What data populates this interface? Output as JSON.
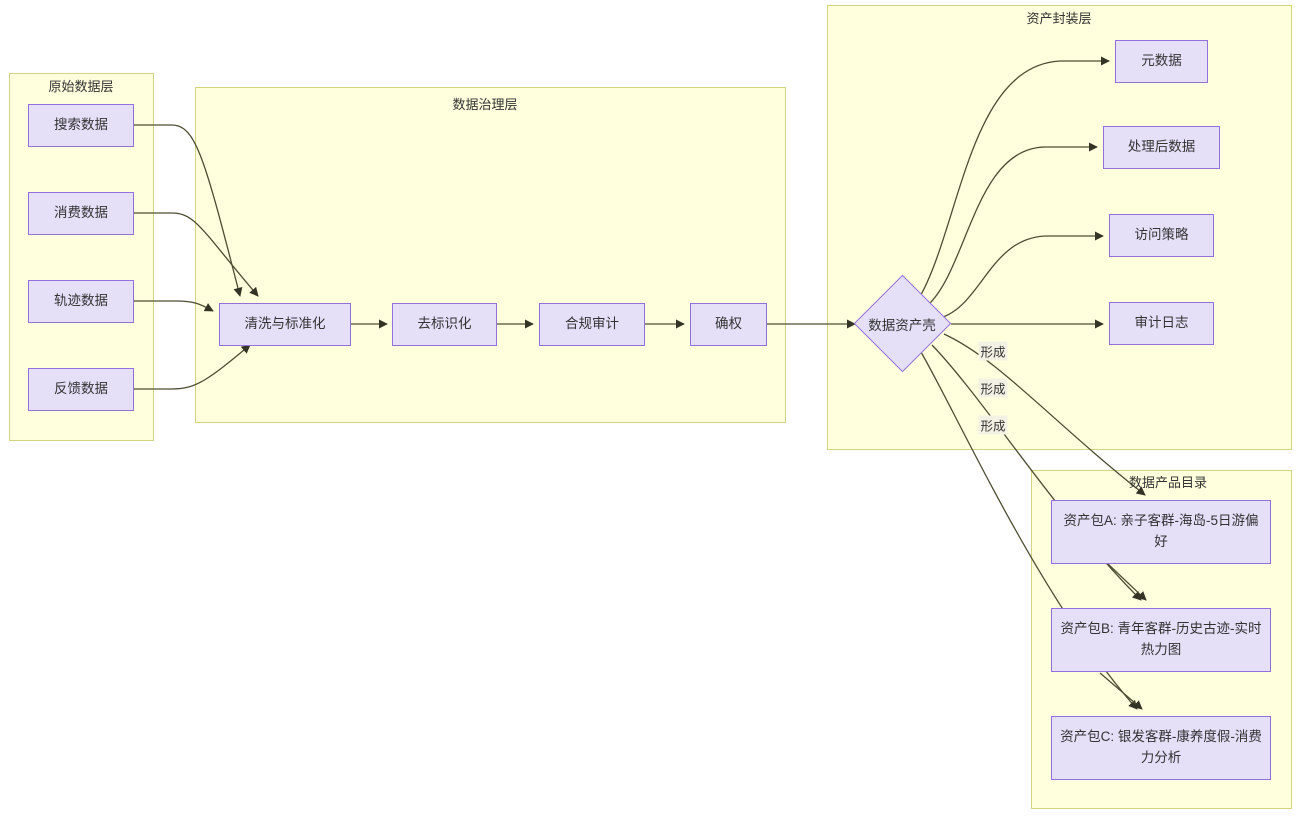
{
  "diagram": {
    "title": "",
    "colors": {
      "cluster_fill": "#ffffde",
      "cluster_stroke": "#d3d383",
      "node_fill": "#e5e0f8",
      "node_stroke": "#9370db",
      "edge_stroke": "#4d4d33",
      "text": "#333333",
      "edge_label_bg": "#f3f1e4"
    },
    "clusters": [
      {
        "id": "raw",
        "label": "原始数据层"
      },
      {
        "id": "governance",
        "label": "数据治理层"
      },
      {
        "id": "asset",
        "label": "资产封装层"
      },
      {
        "id": "catalog",
        "label": "数据产品目录"
      }
    ],
    "nodes": {
      "raw": [
        {
          "id": "search",
          "label": "搜索数据"
        },
        {
          "id": "consume",
          "label": "消费数据"
        },
        {
          "id": "track",
          "label": "轨迹数据"
        },
        {
          "id": "feedback",
          "label": "反馈数据"
        }
      ],
      "governance": [
        {
          "id": "clean",
          "label": "清洗与标准化"
        },
        {
          "id": "deidentify",
          "label": "去标识化"
        },
        {
          "id": "audit",
          "label": "合规审计"
        },
        {
          "id": "rights",
          "label": "确权"
        }
      ],
      "asset": [
        {
          "id": "shell",
          "label": "数据资产壳"
        },
        {
          "id": "metadata",
          "label": "元数据"
        },
        {
          "id": "processed",
          "label": "处理后数据"
        },
        {
          "id": "policy",
          "label": "访问策略"
        },
        {
          "id": "auditlog",
          "label": "审计日志"
        }
      ],
      "catalog": [
        {
          "id": "pkgA",
          "label": "资产包A: 亲子客群-海岛-5日游偏好"
        },
        {
          "id": "pkgB",
          "label": "资产包B: 青年客群-历史古迹-实时热力图"
        },
        {
          "id": "pkgC",
          "label": "资产包C: 银发客群-康养度假-消费力分析"
        }
      ]
    },
    "edge_labels": [
      {
        "id": "form-a",
        "label": "形成"
      },
      {
        "id": "form-b",
        "label": "形成"
      },
      {
        "id": "form-c",
        "label": "形成"
      }
    ]
  }
}
